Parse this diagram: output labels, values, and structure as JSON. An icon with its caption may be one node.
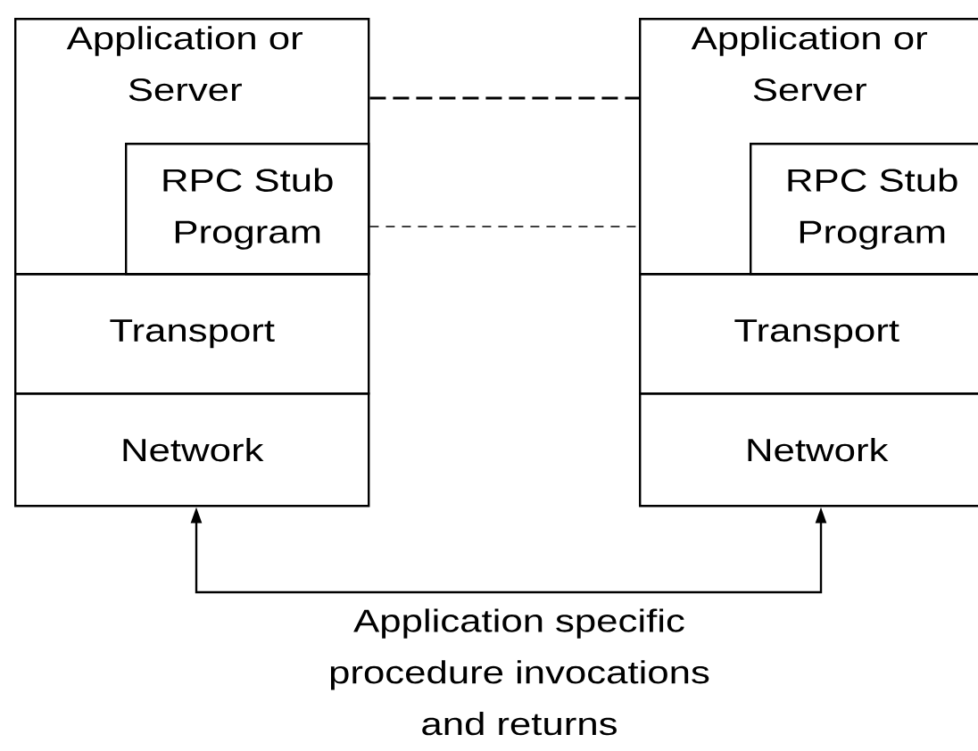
{
  "diagram": {
    "nodes": [
      {
        "text": [
          "Application or Server"
        ]
      },
      {
        "text": [
          "RPC Stub Program"
        ],
        "in": 0
      },
      {
        "text": [
          "Transport"
        ]
      },
      {
        "text": [
          "Network"
        ]
      },
      {
        "text": [
          "Application or Server"
        ]
      },
      {
        "text": [
          "RPC Stub Program"
        ],
        "in": 4
      },
      {
        "text": [
          "Transport"
        ]
      },
      {
        "text": [
          "Network"
        ]
      }
    ],
    "edges": [
      {
        "from": 0,
        "to": 4,
        "arrow": "none",
        "style": "dashed"
      },
      {
        "from": 1,
        "to": 4,
        "arrow": "none",
        "style": "dashed"
      },
      {
        "from": 3,
        "to": 7,
        "arrow": "both",
        "label": "Application specific procedure invocations and returns"
      }
    ]
  }
}
